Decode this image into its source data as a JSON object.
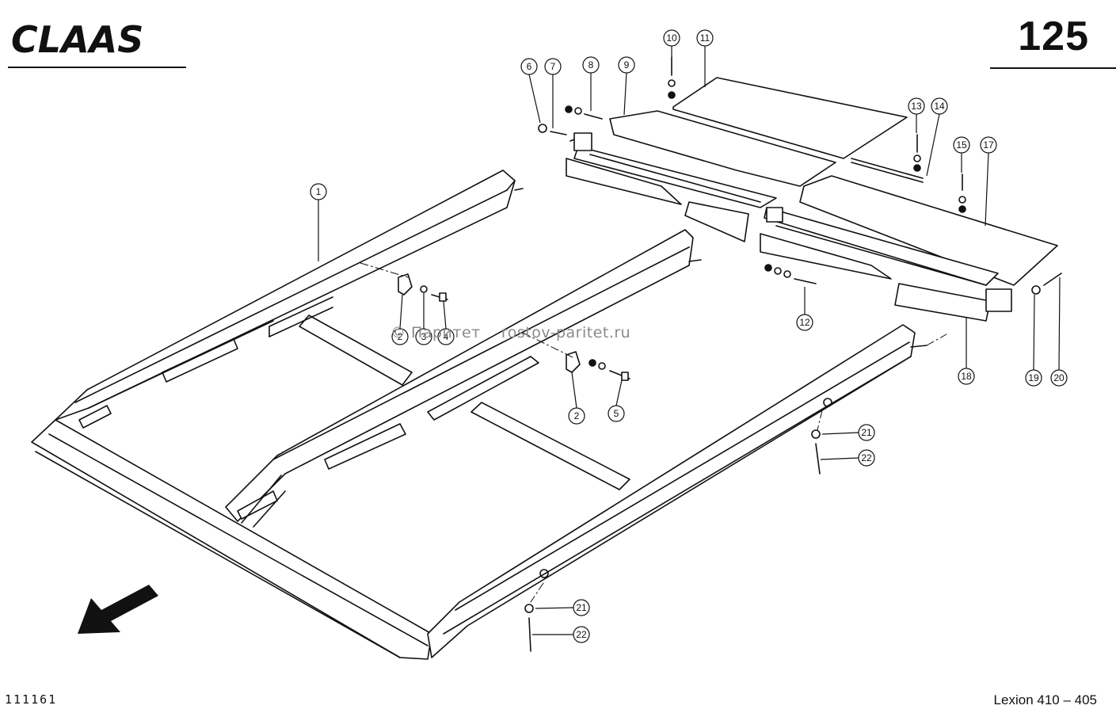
{
  "header": {
    "brand": "CLAAS",
    "page_number": "125"
  },
  "footer": {
    "drawing_number": "111161",
    "model": "Lexion 410 – 405"
  },
  "watermark": "© Паритет    rostov-paritet.ru",
  "callouts": [
    "1",
    "2",
    "3",
    "4",
    "5",
    "6",
    "7",
    "8",
    "9",
    "10",
    "11",
    "13",
    "14",
    "15",
    "17",
    "12",
    "18",
    "19",
    "20",
    "21",
    "22"
  ],
  "colors": {
    "ink": "#111111",
    "paper": "#ffffff",
    "watermark": "#8a8a8a"
  },
  "icons": {
    "direction_arrow": "arrow-down-left-icon"
  }
}
